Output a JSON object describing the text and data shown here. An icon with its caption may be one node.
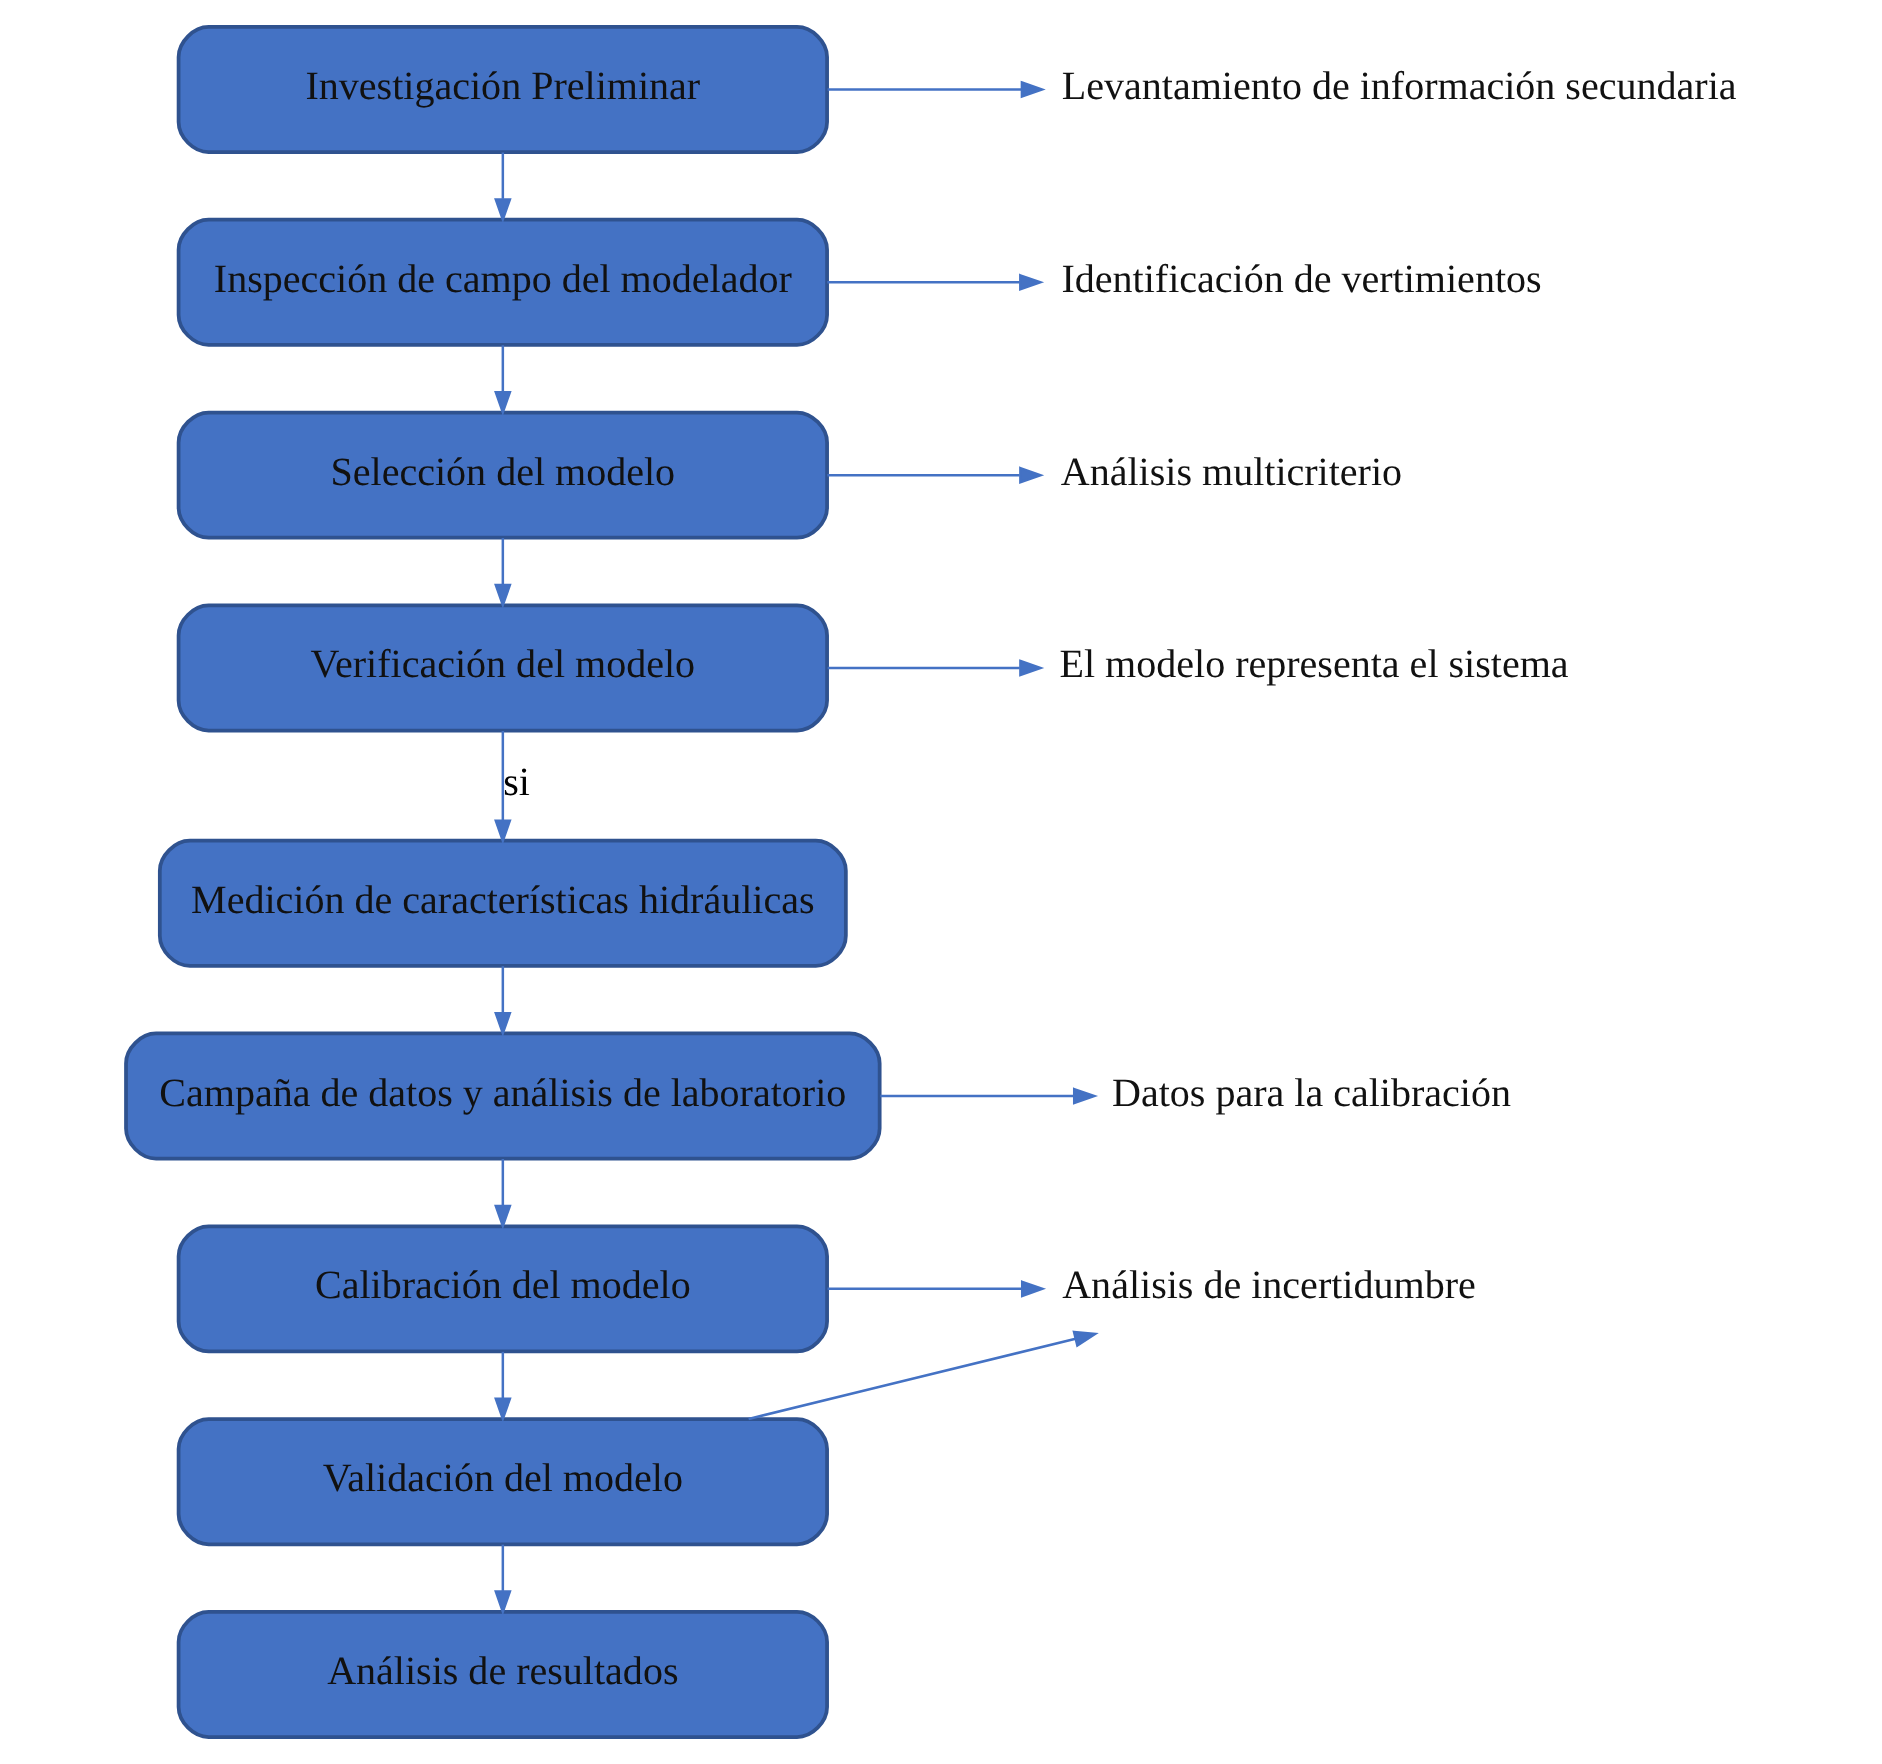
{
  "diagram": {
    "nodes": [
      {
        "text": [
          "Investigación Preliminar"
        ]
      },
      {
        "text": [
          "Levantamiento de información secundaria"
        ]
      },
      {
        "text": [
          "Inspección de campo del modelador"
        ]
      },
      {
        "text": [
          "Identificación de vertimientos"
        ]
      },
      {
        "text": [
          "Selección del modelo"
        ]
      },
      {
        "text": [
          "Análisis multicriterio"
        ]
      },
      {
        "text": [
          "Verificación del modelo"
        ]
      },
      {
        "text": [
          "El modelo representa el sistema"
        ]
      },
      {
        "text": [
          "Medición de características hidráulicas"
        ]
      },
      {
        "text": [
          "Campaña de datos y análisis de laboratorio"
        ]
      },
      {
        "text": [
          "Datos para la calibración"
        ]
      },
      {
        "text": [
          "Calibración del modelo"
        ]
      },
      {
        "text": [
          "Validación del modelo"
        ]
      },
      {
        "text": [
          "Análisis de incertidumbre"
        ]
      },
      {
        "text": [
          "Análisis de resultados"
        ]
      }
    ],
    "edges": [
      {
        "from": 0,
        "to": 1,
        "arrow": "to"
      },
      {
        "from": 0,
        "to": 2,
        "arrow": "to"
      },
      {
        "from": 2,
        "to": 3,
        "arrow": "to"
      },
      {
        "from": 2,
        "to": 4,
        "arrow": "to"
      },
      {
        "from": 4,
        "to": 5,
        "arrow": "to"
      },
      {
        "from": 4,
        "to": 6,
        "arrow": "to"
      },
      {
        "from": 6,
        "to": 7,
        "arrow": "to"
      },
      {
        "from": 6,
        "to": 8,
        "label": "si",
        "arrow": "to"
      },
      {
        "from": 8,
        "to": 9,
        "arrow": "to"
      },
      {
        "from": 9,
        "to": 10,
        "arrow": "to"
      },
      {
        "from": 9,
        "to": 11,
        "arrow": "to"
      },
      {
        "from": 11,
        "to": 12,
        "arrow": "to"
      },
      {
        "from": 11,
        "to": 13,
        "arrow": "to"
      },
      {
        "from": 12,
        "to": 13,
        "arrow": "to"
      },
      {
        "from": 12,
        "to": 14,
        "arrow": "to"
      }
    ]
  }
}
